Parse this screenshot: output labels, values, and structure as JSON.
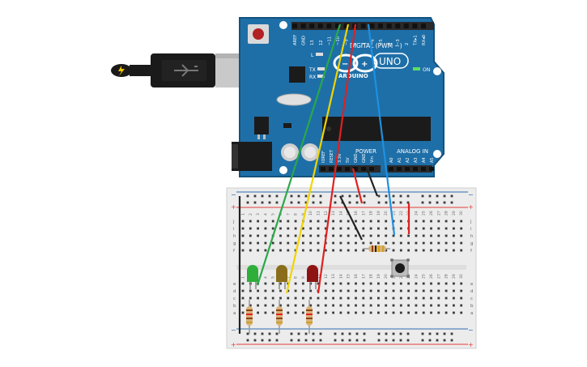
{
  "colors": {
    "board": "#1e6fa8",
    "board_dark": "#15527d",
    "header": "#2a2a2a",
    "breadboard": "#ececec",
    "rail_red": "#e23b3b",
    "rail_blue": "#2b6cb0",
    "wire_green": "#2aa84a",
    "wire_yellow": "#f0d400",
    "wire_red": "#e02020",
    "wire_blue": "#1e90e0",
    "wire_black": "#222222",
    "led_green": "#2fae3a",
    "led_yellow": "#8a6d1a",
    "led_red": "#8e1414",
    "resistor": "#d9b27a"
  },
  "arduino": {
    "logo_text": "ARDUINO",
    "model": "UNO",
    "digital_label": "DIGITAL (PWM ~)",
    "power_label": "POWER",
    "analog_label": "ANALOG IN",
    "on_label": "ON",
    "led_l": "L",
    "led_tx": "TX",
    "led_rx": "RX",
    "digital_pins": [
      "AREF",
      "GND",
      "13",
      "12",
      "~11",
      "~10",
      "~9",
      "8",
      "7",
      "~6",
      "~5",
      "4",
      "~3",
      "2",
      "TX▸1",
      "RX◂0"
    ],
    "power_pins": [
      "IOREF",
      "RESET",
      "3.3V",
      "5V",
      "GND",
      "GND",
      "Vin"
    ],
    "analog_pins": [
      "A0",
      "A1",
      "A2",
      "A3",
      "A4",
      "A5"
    ]
  },
  "breadboard": {
    "row_letters_top": [
      "j",
      "i",
      "h",
      "g",
      "f"
    ],
    "row_letters_bottom": [
      "e",
      "d",
      "c",
      "b",
      "a"
    ],
    "column_count": 30
  }
}
